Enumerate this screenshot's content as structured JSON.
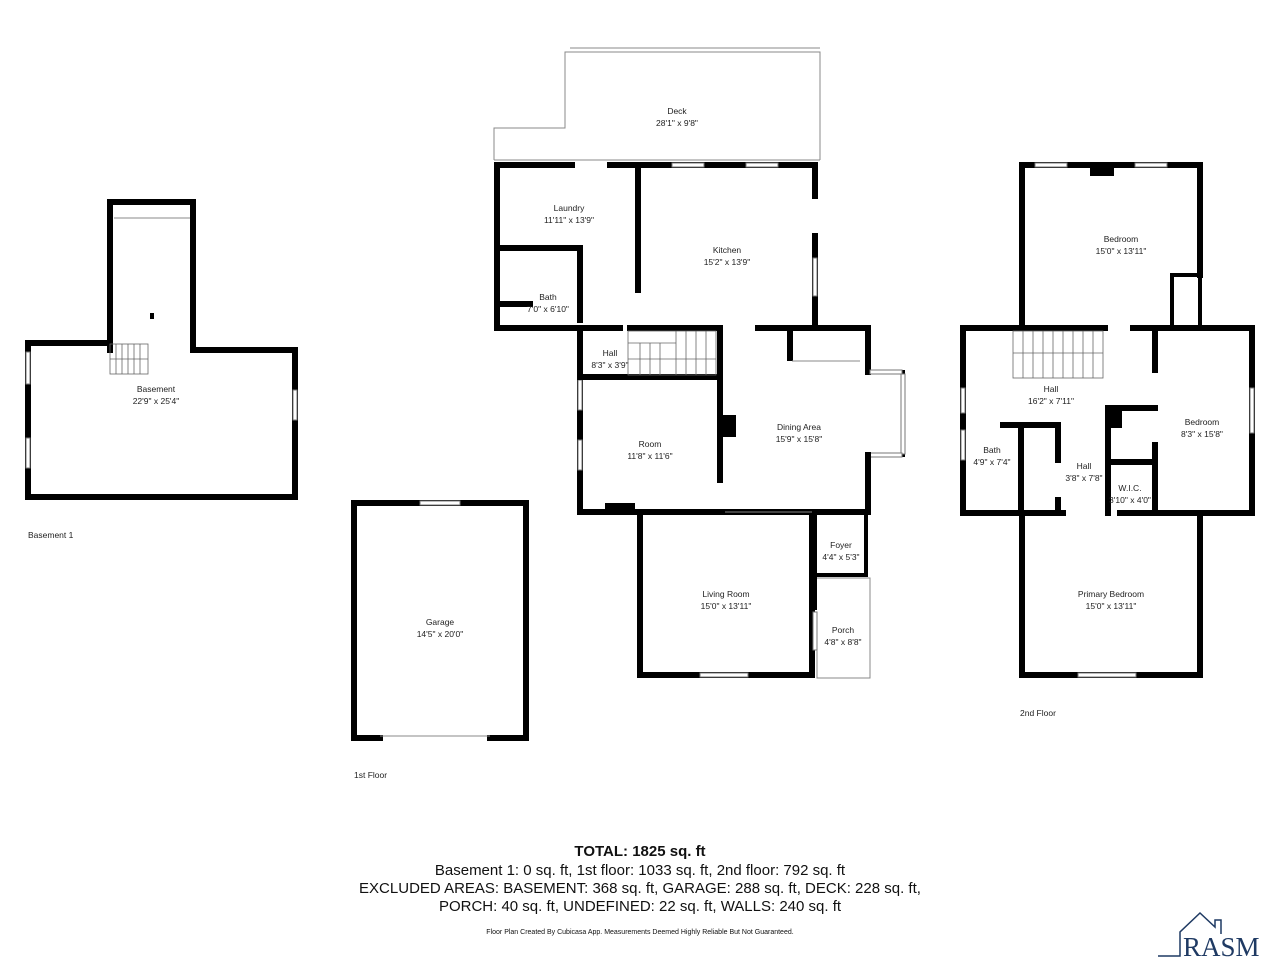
{
  "floors": {
    "basement": "Basement 1",
    "first": "1st Floor",
    "second": "2nd Floor"
  },
  "rooms": {
    "basement": {
      "name": "Basement",
      "dims": "22'9\" x 25'4\""
    },
    "garage": {
      "name": "Garage",
      "dims": "14'5\" x 20'0\""
    },
    "deck": {
      "name": "Deck",
      "dims": "28'1\" x 9'8\""
    },
    "laundry": {
      "name": "Laundry",
      "dims": "11'11\" x 13'9\""
    },
    "kitchen": {
      "name": "Kitchen",
      "dims": "15'2\" x 13'9\""
    },
    "bath1": {
      "name": "Bath",
      "dims": "7'0\" x 6'10\""
    },
    "hall1": {
      "name": "Hall",
      "dims": "8'3\" x 3'9\""
    },
    "room": {
      "name": "Room",
      "dims": "11'8\" x 11'6\""
    },
    "dining": {
      "name": "Dining Area",
      "dims": "15'9\" x 15'8\""
    },
    "foyer": {
      "name": "Foyer",
      "dims": "4'4\" x 5'3\""
    },
    "living": {
      "name": "Living Room",
      "dims": "15'0\" x 13'11\""
    },
    "porch": {
      "name": "Porch",
      "dims": "4'8\" x 8'8\""
    },
    "bedroom_top": {
      "name": "Bedroom",
      "dims": "15'0\" x 13'11\""
    },
    "hall2": {
      "name": "Hall",
      "dims": "16'2\" x 7'11\""
    },
    "bedroom_right": {
      "name": "Bedroom",
      "dims": "8'3\" x 15'8\""
    },
    "bath2": {
      "name": "Bath",
      "dims": "4'9\" x 7'4\""
    },
    "hall3": {
      "name": "Hall",
      "dims": "3'8\" x 7'8\""
    },
    "wic": {
      "name": "W.I.C.",
      "dims": "3'10\" x 4'0\""
    },
    "primary": {
      "name": "Primary Bedroom",
      "dims": "15'0\" x 13'11\""
    }
  },
  "summary": {
    "total": "TOTAL: 1825 sq. ft",
    "line1": "Basement 1: 0 sq. ft, 1st floor: 1033 sq. ft, 2nd floor: 792 sq. ft",
    "line2": "EXCLUDED AREAS: BASEMENT: 368 sq. ft, GARAGE: 288 sq. ft, DECK: 228 sq. ft,",
    "line3": "PORCH: 40 sq. ft, UNDEFINED: 22 sq. ft, WALLS: 240 sq. ft",
    "disclaimer": "Floor Plan Created By Cubicasa App. Measurements Deemed Highly Reliable But Not Guaranteed."
  },
  "logo": {
    "text": "RASM",
    "color": "#1f3a63"
  }
}
